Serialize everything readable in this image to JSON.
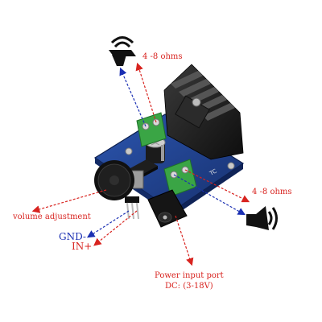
{
  "labels": {
    "speaker_top": "4 -8 ohms",
    "speaker_right": "4 -8 ohms",
    "volume": "volume adjustment",
    "gnd": "GND-",
    "in": "IN+",
    "power_line1": "Power input port",
    "power_line2": "DC: (3-18V)"
  },
  "board_text": "TC",
  "icons": [
    "speaker-icon",
    "speaker-icon"
  ],
  "colors": {
    "board": "#1f3f8f",
    "heatsink": "#1c1c1c",
    "terminal": "#3aa545",
    "label_red": "#d8231f",
    "label_blue": "#1a2fb3"
  }
}
